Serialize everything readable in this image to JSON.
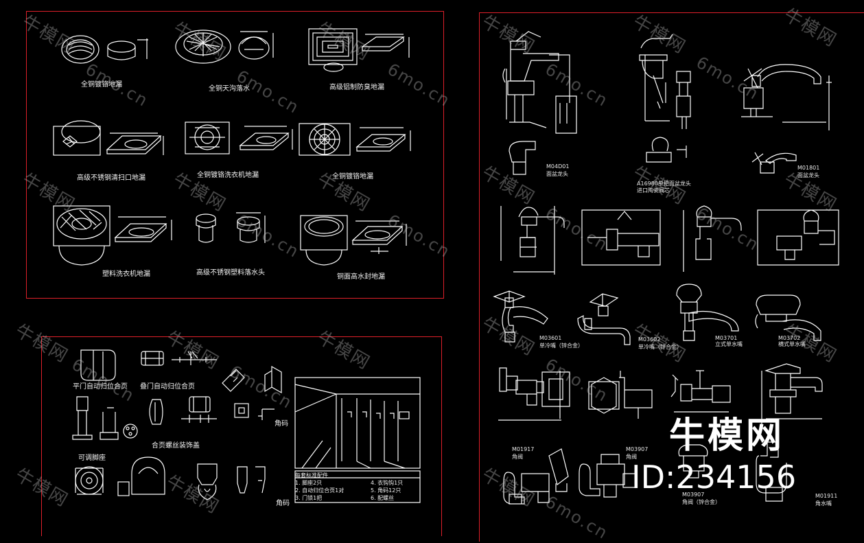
{
  "left_top_labels": [
    "全铜镀铬地漏",
    "全铜天沟落水",
    "高级铝制防臭地漏",
    "高级不锈钢清扫口地漏",
    "全铜镀铬洗衣机地漏",
    "全铜镀铬地漏",
    "塑料洗衣机地漏",
    "高级不锈钢塑料落水头",
    "铜面高水封地漏"
  ],
  "left_bottom_labels": {
    "pivot_hinge": "平门自动归位合页",
    "fold_hinge": "叠门自动归位合页",
    "adjustable_foot": "可调脚座",
    "hinge_trim": "合页螺丝装饰盖",
    "corner_code_1": "角码",
    "corner_code_2": "角码"
  },
  "notes": {
    "title": "每套标准配件",
    "items_left": [
      "1. 脚座2只",
      "2. 自动归位合页1对",
      "3. 门锁1把"
    ],
    "items_right": [
      "4. 衣钩钩1只",
      "5. 角码12只",
      "6. 配螺丝"
    ]
  },
  "right_labels": {
    "m04001_code": "M04D01",
    "m04001_name": "面盆龙头",
    "a16980_code": "A16980单把面盆龙头",
    "a16980_sub": "进口陶瓷阀芯",
    "m01801_code": "M01801",
    "m01801_name": "面盆龙头",
    "m03601_code": "M03601",
    "m03601_name": "单冷嘴（锌合金）",
    "m03602_code": "M03602",
    "m03602_name": "单冷嘴（锌合金）",
    "m03701_code": "M03701",
    "m03701_name": "立式单水嘴",
    "m03702_code": "M03702",
    "m03702_name": "横式单水嘴",
    "m01917_code": "M01917",
    "m01917_name": "角阀",
    "m03907_code": "M03907",
    "m03907_name": "角阀",
    "m03907b_code": "M03907",
    "m03907b_name": "角阀（锌合金）",
    "m01911_code": "M01911",
    "m01911_name": "角水嘴"
  },
  "watermark": {
    "text": "牛模网",
    "url": "6mo.cn"
  },
  "brand": {
    "name": "牛模网",
    "id": "ID:234156"
  },
  "colors": {
    "background": "#000000",
    "frame": "#e0202a",
    "linework": "#ffffff"
  }
}
